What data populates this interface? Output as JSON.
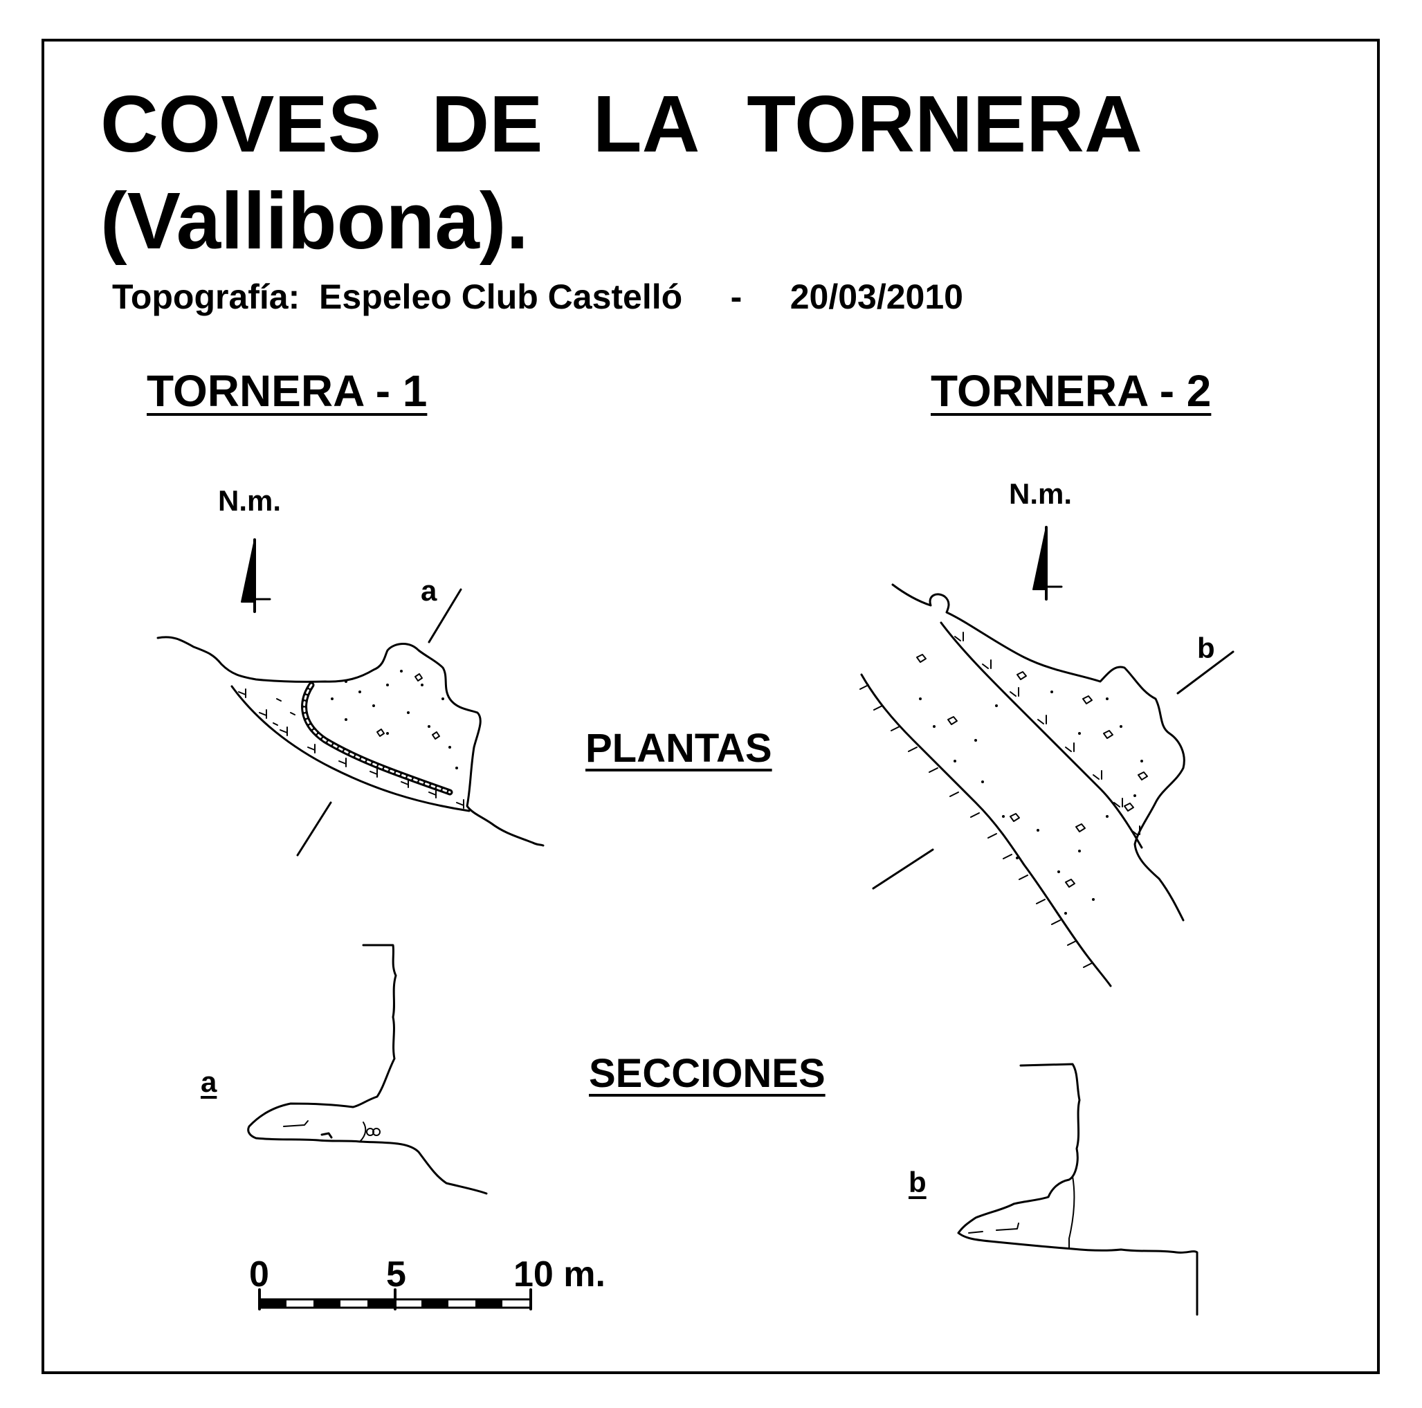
{
  "title": {
    "line1": "COVES DE LA TORNERA",
    "line2": "(Vallibona)."
  },
  "subtitle": "Topografía:  Espeleo Club Castelló     -     20/03/2010",
  "caves": {
    "cave1": "TORNERA - 1",
    "cave2": "TORNERA - 2"
  },
  "north_label": "N.m.",
  "sections": {
    "plantas": "PLANTAS",
    "secciones": "SECCIONES"
  },
  "cut_labels": {
    "a": "a",
    "b": "b"
  },
  "scale": {
    "labels": [
      "0",
      "5",
      "10 m."
    ]
  },
  "colors": {
    "ink": "#000000",
    "paper": "#ffffff"
  }
}
